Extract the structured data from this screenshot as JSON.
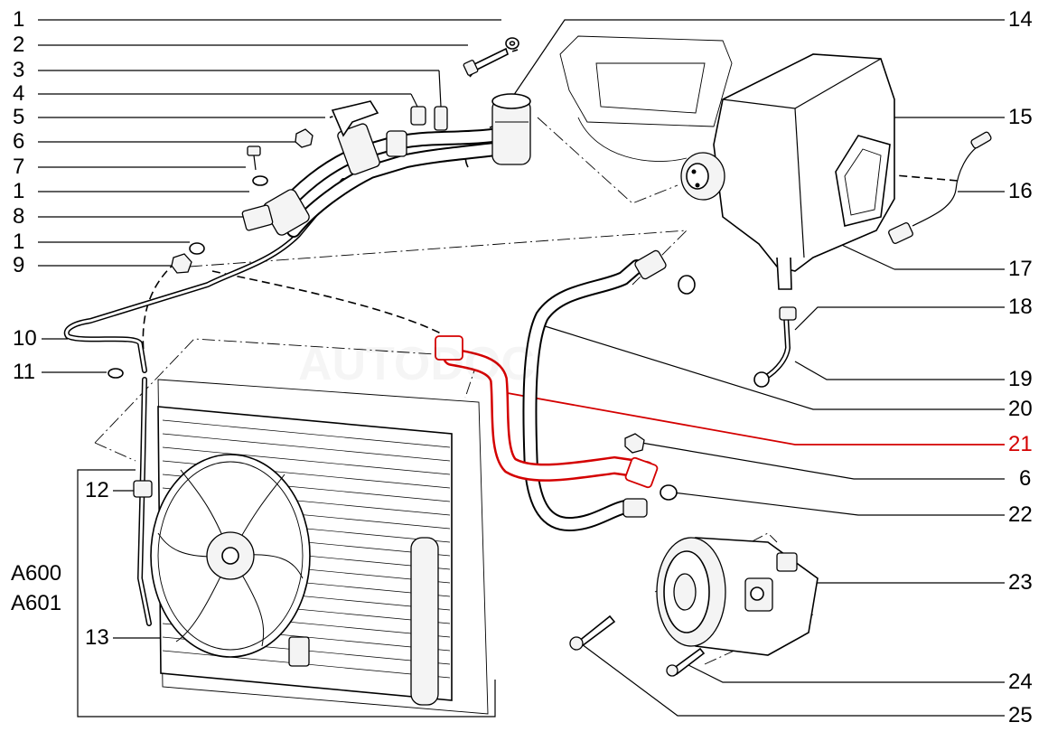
{
  "diagram": {
    "title": "Air conditioning system parts",
    "callouts_left": [
      {
        "id": "c-left-1a",
        "text": "1"
      },
      {
        "id": "c-left-2",
        "text": "2"
      },
      {
        "id": "c-left-3",
        "text": "3"
      },
      {
        "id": "c-left-4",
        "text": "4"
      },
      {
        "id": "c-left-5",
        "text": "5"
      },
      {
        "id": "c-left-6",
        "text": "6"
      },
      {
        "id": "c-left-7",
        "text": "7"
      },
      {
        "id": "c-left-1b",
        "text": "1"
      },
      {
        "id": "c-left-8",
        "text": "8"
      },
      {
        "id": "c-left-1c",
        "text": "1"
      },
      {
        "id": "c-left-9",
        "text": "9"
      },
      {
        "id": "c-left-10",
        "text": "10"
      },
      {
        "id": "c-left-11",
        "text": "11"
      },
      {
        "id": "c-left-12",
        "text": "12"
      },
      {
        "id": "c-left-13",
        "text": "13"
      }
    ],
    "callouts_right": [
      {
        "id": "c-right-14",
        "text": "14"
      },
      {
        "id": "c-right-15",
        "text": "15"
      },
      {
        "id": "c-right-16",
        "text": "16"
      },
      {
        "id": "c-right-17",
        "text": "17"
      },
      {
        "id": "c-right-18",
        "text": "18"
      },
      {
        "id": "c-right-19",
        "text": "19"
      },
      {
        "id": "c-right-20",
        "text": "20"
      },
      {
        "id": "c-right-21",
        "text": "21",
        "highlight": true
      },
      {
        "id": "c-right-6",
        "text": "6"
      },
      {
        "id": "c-right-22",
        "text": "22"
      },
      {
        "id": "c-right-23",
        "text": "23"
      },
      {
        "id": "c-right-24",
        "text": "24"
      },
      {
        "id": "c-right-25",
        "text": "25"
      }
    ],
    "variant_labels": [
      "A600",
      "A601"
    ],
    "highlight_color": "#d40000",
    "line_color": "#000000",
    "watermark": "AUTODOC"
  }
}
